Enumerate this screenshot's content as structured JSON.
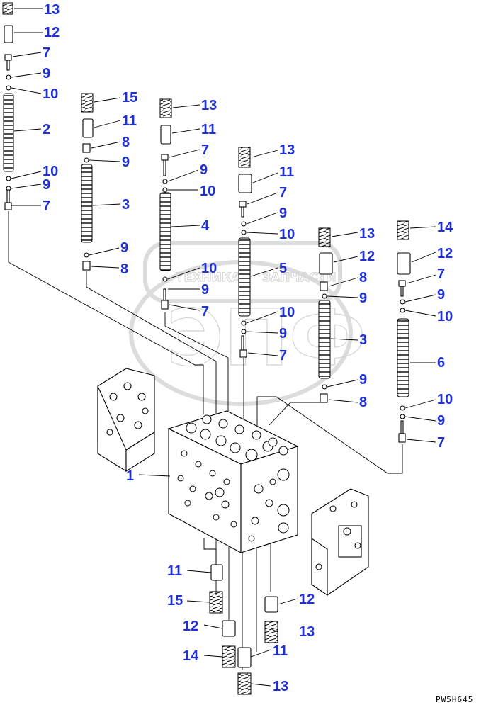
{
  "diagram": {
    "drawing_code": "PW5H645",
    "watermark": {
      "brand_left": "ТЕХНИКА",
      "brand_right": "ЗАПЧАСТИ",
      "logo_letters": "ЭПФ"
    },
    "callouts": [
      {
        "id": "c1",
        "label": "13"
      },
      {
        "id": "c2",
        "label": "12"
      },
      {
        "id": "c3",
        "label": "7"
      },
      {
        "id": "c4",
        "label": "9"
      },
      {
        "id": "c5",
        "label": "10"
      },
      {
        "id": "c6",
        "label": "2"
      },
      {
        "id": "c7",
        "label": "10"
      },
      {
        "id": "c8",
        "label": "9"
      },
      {
        "id": "c9",
        "label": "7"
      },
      {
        "id": "c10",
        "label": "15"
      },
      {
        "id": "c11",
        "label": "11"
      },
      {
        "id": "c12",
        "label": "8"
      },
      {
        "id": "c13",
        "label": "9"
      },
      {
        "id": "c14",
        "label": "3"
      },
      {
        "id": "c15",
        "label": "9"
      },
      {
        "id": "c16",
        "label": "8"
      },
      {
        "id": "c17",
        "label": "13"
      },
      {
        "id": "c18",
        "label": "11"
      },
      {
        "id": "c19",
        "label": "7"
      },
      {
        "id": "c20",
        "label": "9"
      },
      {
        "id": "c21",
        "label": "10"
      },
      {
        "id": "c22",
        "label": "4"
      },
      {
        "id": "c23",
        "label": "10"
      },
      {
        "id": "c24",
        "label": "9"
      },
      {
        "id": "c25",
        "label": "7"
      },
      {
        "id": "c26",
        "label": "13"
      },
      {
        "id": "c27",
        "label": "11"
      },
      {
        "id": "c28",
        "label": "7"
      },
      {
        "id": "c29",
        "label": "9"
      },
      {
        "id": "c30",
        "label": "10"
      },
      {
        "id": "c31",
        "label": "5"
      },
      {
        "id": "c32",
        "label": "10"
      },
      {
        "id": "c33",
        "label": "9"
      },
      {
        "id": "c34",
        "label": "7"
      },
      {
        "id": "c35",
        "label": "13"
      },
      {
        "id": "c36",
        "label": "12"
      },
      {
        "id": "c37",
        "label": "8"
      },
      {
        "id": "c38",
        "label": "9"
      },
      {
        "id": "c39",
        "label": "3"
      },
      {
        "id": "c40",
        "label": "9"
      },
      {
        "id": "c41",
        "label": "8"
      },
      {
        "id": "c42",
        "label": "14"
      },
      {
        "id": "c43",
        "label": "12"
      },
      {
        "id": "c44",
        "label": "7"
      },
      {
        "id": "c45",
        "label": "9"
      },
      {
        "id": "c46",
        "label": "10"
      },
      {
        "id": "c47",
        "label": "6"
      },
      {
        "id": "c48",
        "label": "10"
      },
      {
        "id": "c49",
        "label": "9"
      },
      {
        "id": "c50",
        "label": "7"
      },
      {
        "id": "c51",
        "label": "1"
      },
      {
        "id": "c52",
        "label": "11"
      },
      {
        "id": "c53",
        "label": "15"
      },
      {
        "id": "c54",
        "label": "12"
      },
      {
        "id": "c55",
        "label": "12"
      },
      {
        "id": "c56",
        "label": "13"
      },
      {
        "id": "c57",
        "label": "14"
      },
      {
        "id": "c58",
        "label": "11"
      },
      {
        "id": "c59",
        "label": "13"
      }
    ]
  }
}
